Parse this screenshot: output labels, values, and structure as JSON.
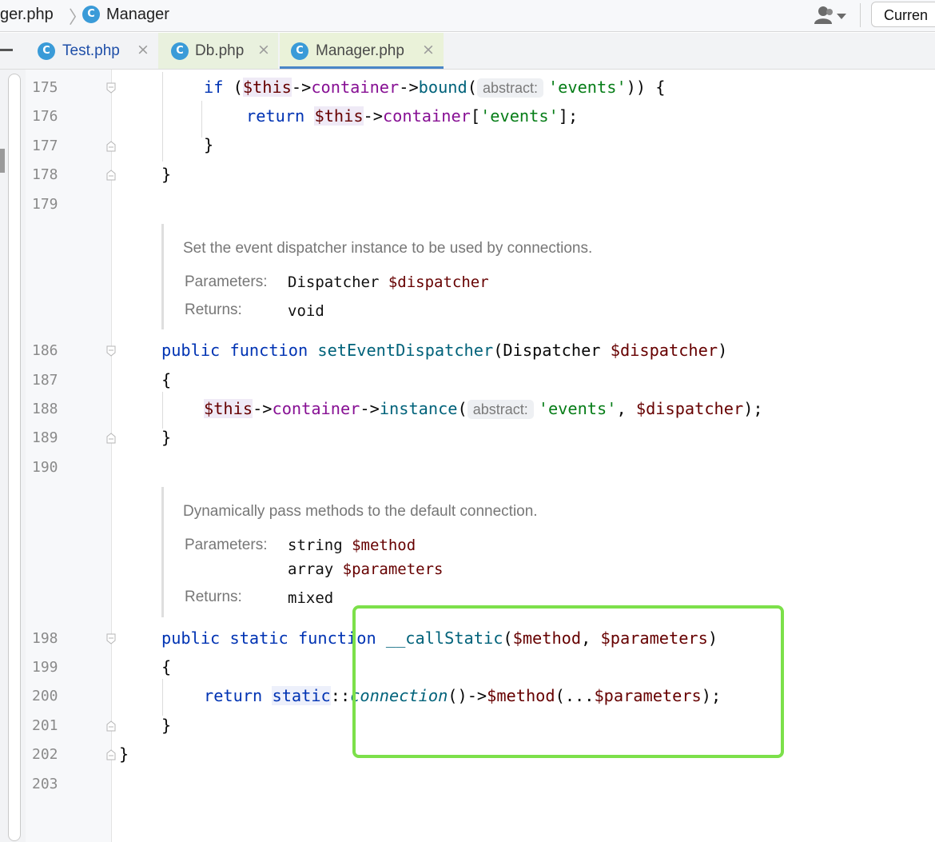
{
  "breadcrumb": {
    "file": "ger.php",
    "separator": "〉",
    "class_icon": "C",
    "class": "Manager"
  },
  "toolbar": {
    "user_icon": "user-dropdown-icon",
    "run_config": "Curren"
  },
  "tabs": [
    {
      "icon": "C",
      "label": "Test.php",
      "close": "×",
      "active": false
    },
    {
      "icon": "C",
      "label": "Db.php",
      "close": "×",
      "active": false
    },
    {
      "icon": "C",
      "label": "Manager.php",
      "close": "×",
      "active": true
    }
  ],
  "line_numbers": [
    "175",
    "176",
    "177",
    "178",
    "179",
    "186",
    "187",
    "188",
    "189",
    "190",
    "198",
    "199",
    "200",
    "201",
    "202",
    "203"
  ],
  "code": {
    "l175": {
      "if": "if",
      "open": " (",
      "this": "$this",
      "arrow1": "->",
      "container": "container",
      "arrow2": "->",
      "bound": "bound",
      "paren": "(",
      "hint": "abstract:",
      "events": "'events'",
      "close": ")) {"
    },
    "l176": {
      "return": "return",
      "space": " ",
      "this": "$this",
      "arrow": "->",
      "container": "container",
      "br1": "[",
      "events": "'events'",
      "br2": "];"
    },
    "l177": "}",
    "l178": "}",
    "l186": {
      "public": "public",
      "function": "function",
      "name": "setEventDispatcher",
      "paren": "(",
      "type": "Dispatcher",
      "var": "$dispatcher",
      "close": ")"
    },
    "l187": "{",
    "l188": {
      "this": "$this",
      "arrow1": "->",
      "container": "container",
      "arrow2": "->",
      "instance": "instance",
      "paren": "(",
      "hint": "abstract:",
      "events": "'events'",
      "comma": ", ",
      "var": "$dispatcher",
      "close": ");"
    },
    "l189": "}",
    "l198": {
      "public": "public",
      "static": "static",
      "function": "function",
      "name": "__callStatic",
      "paren": "(",
      "method": "$method",
      "comma": ", ",
      "params": "$parameters",
      "close": ")"
    },
    "l199": "{",
    "l200": {
      "return": "return",
      "static": "static",
      "colons": "::",
      "connection": "connection",
      "call": "()->",
      "method": "$method",
      "spread": "(...",
      "params": "$parameters",
      "close": ");"
    },
    "l201": "}",
    "l202": "}"
  },
  "docs": [
    {
      "description": "Set the event dispatcher instance to be used by connections.",
      "parameters_label": "Parameters:",
      "parameters": [
        {
          "type": "Dispatcher",
          "name": "$dispatcher"
        }
      ],
      "returns_label": "Returns:",
      "returns": "void"
    },
    {
      "description": "Dynamically pass methods to the default connection.",
      "parameters_label": "Parameters:",
      "parameters": [
        {
          "type": "string",
          "name": "$method"
        },
        {
          "type": "array",
          "name": "$parameters"
        }
      ],
      "returns_label": "Returns:",
      "returns": "mixed"
    }
  ],
  "colors": {
    "keyword": "#0033b3",
    "variable": "#660000",
    "field": "#871094",
    "function": "#00627a",
    "string": "#067d17",
    "highlight_box": "#7ce04a",
    "tab_active_underline": "#4a86c7"
  }
}
